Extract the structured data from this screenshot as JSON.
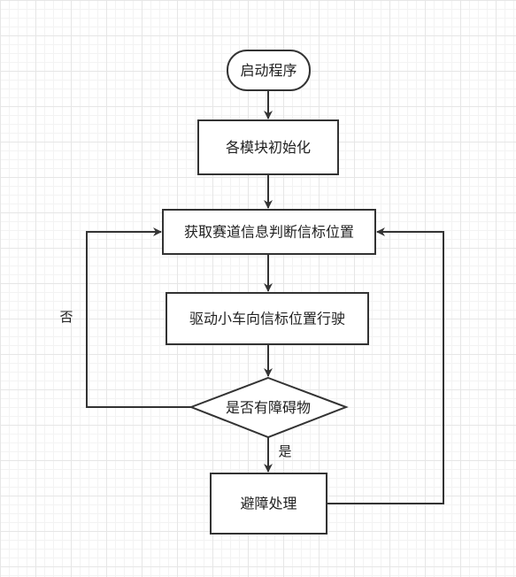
{
  "nodes": {
    "start": "启动程序",
    "init": "各模块初始化",
    "get_info": "获取赛道信息判断信标位置",
    "drive": "驱动小车向信标位置行驶",
    "decision": "是否有障碍物",
    "avoid": "避障处理"
  },
  "edges": {
    "no": "否",
    "yes": "是"
  },
  "colors": {
    "stroke": "#333333",
    "fill": "#ffffff",
    "grid": "#e6e6e6"
  }
}
